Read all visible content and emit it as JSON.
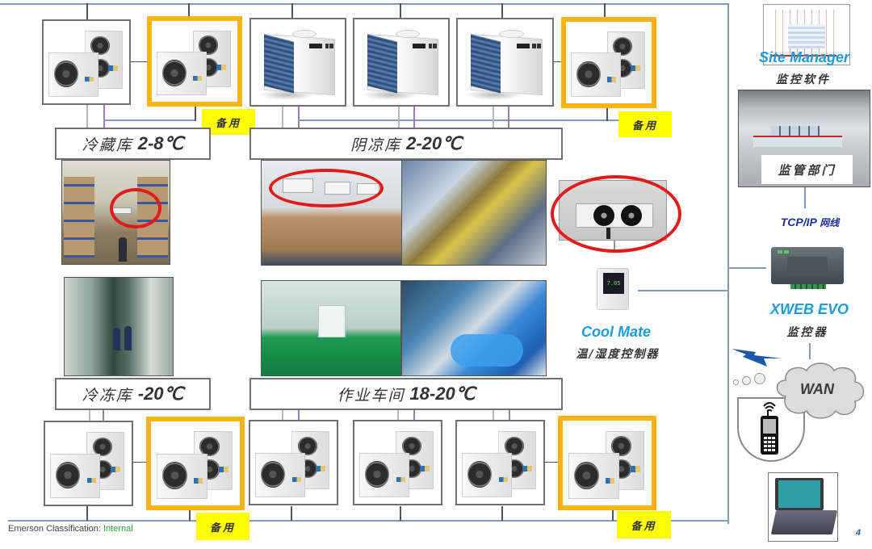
{
  "colors": {
    "connector_line": "#7f9bb5",
    "standby_border": "#f7b414",
    "standby_tag_bg": "#ffff00",
    "highlight_ellipse": "#e01b1b",
    "accent_blue": "#1e9bd7",
    "tcp_blue": "#1f2f9a",
    "internal_green": "#2aa33b"
  },
  "top_row": {
    "units": [
      {
        "type": "condensing-unit",
        "standby": false
      },
      {
        "type": "condensing-unit",
        "standby": true
      },
      {
        "type": "scroll-chiller",
        "standby": false
      },
      {
        "type": "scroll-chiller",
        "standby": false
      },
      {
        "type": "scroll-chiller",
        "standby": false
      },
      {
        "type": "condensing-unit",
        "standby": true
      }
    ],
    "standby_tags": [
      "备用",
      "备用"
    ]
  },
  "rooms": [
    {
      "id": "cold-storage",
      "name": "冷藏库",
      "temp": "2-8℃"
    },
    {
      "id": "shade-storage",
      "name": "阴凉库",
      "temp": "2-20℃"
    },
    {
      "id": "freezer",
      "name": "冷冻库",
      "temp": "-20℃"
    },
    {
      "id": "workshop",
      "name": "作业车间",
      "temp": "18-20℃"
    }
  ],
  "bottom_row": {
    "units": [
      {
        "type": "condensing-unit",
        "standby": false
      },
      {
        "type": "condensing-unit",
        "standby": true
      },
      {
        "type": "condensing-unit",
        "standby": false
      },
      {
        "type": "condensing-unit",
        "standby": false
      },
      {
        "type": "condensing-unit",
        "standby": false
      },
      {
        "type": "condensing-unit",
        "standby": true
      }
    ],
    "standby_tags": [
      "备用",
      "备用"
    ]
  },
  "cool_mate": {
    "title": "Cool Mate",
    "subtitle": "温/湿度控制器",
    "display_reading": "7.05"
  },
  "site_manager": {
    "title": "Site Manager",
    "subtitle": "监控软件"
  },
  "monitoring_dept": {
    "label": "监管部门"
  },
  "network": {
    "tcp_label": "TCP/IP",
    "tcp_label_cn": "网线"
  },
  "xweb": {
    "title": "XWEB EVO",
    "subtitle": "监控器"
  },
  "wan": {
    "label": "WAN"
  },
  "footer": {
    "classification_label": "Emerson Classification:",
    "classification_value": "Internal",
    "page_number": "4"
  }
}
